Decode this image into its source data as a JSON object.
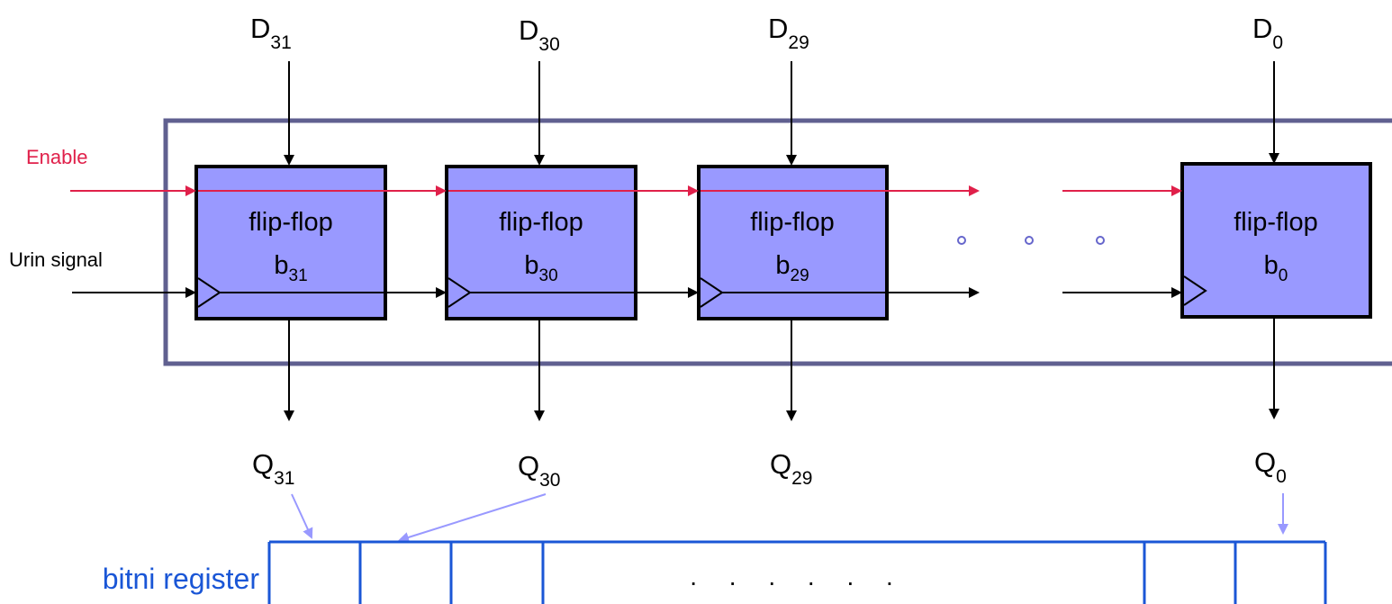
{
  "inputs": [
    {
      "base": "D",
      "sub": "31"
    },
    {
      "base": "D",
      "sub": "30"
    },
    {
      "base": "D",
      "sub": "29"
    },
    {
      "base": "D",
      "sub": "0"
    }
  ],
  "outputs": [
    {
      "base": "Q",
      "sub": "31"
    },
    {
      "base": "Q",
      "sub": "30"
    },
    {
      "base": "Q",
      "sub": "29"
    },
    {
      "base": "Q",
      "sub": "0"
    }
  ],
  "flipflops": [
    {
      "name": "flip-flop",
      "bit_base": "b",
      "bit_sub": "31"
    },
    {
      "name": "flip-flop",
      "bit_base": "b",
      "bit_sub": "30"
    },
    {
      "name": "flip-flop",
      "bit_base": "b",
      "bit_sub": "29"
    },
    {
      "name": "flip-flop",
      "bit_base": "b",
      "bit_sub": "0"
    }
  ],
  "signals": {
    "enable": "Enable",
    "clock": "Urin signal"
  },
  "register": {
    "label": "bitni register",
    "dots": ". . . . . ."
  },
  "colors": {
    "flipflop_fill": "#9999ff",
    "enable_line": "#e0204a",
    "enclosure": "#606090",
    "register_border": "#1a56d6",
    "register_label": "#1a56d6",
    "pointer_arrow": "#9999ff",
    "ellipsis_dot": "#6666cc"
  },
  "icons": {
    "clock_input": "clock-triangle-icon",
    "arrow": "arrow-head-icon"
  }
}
